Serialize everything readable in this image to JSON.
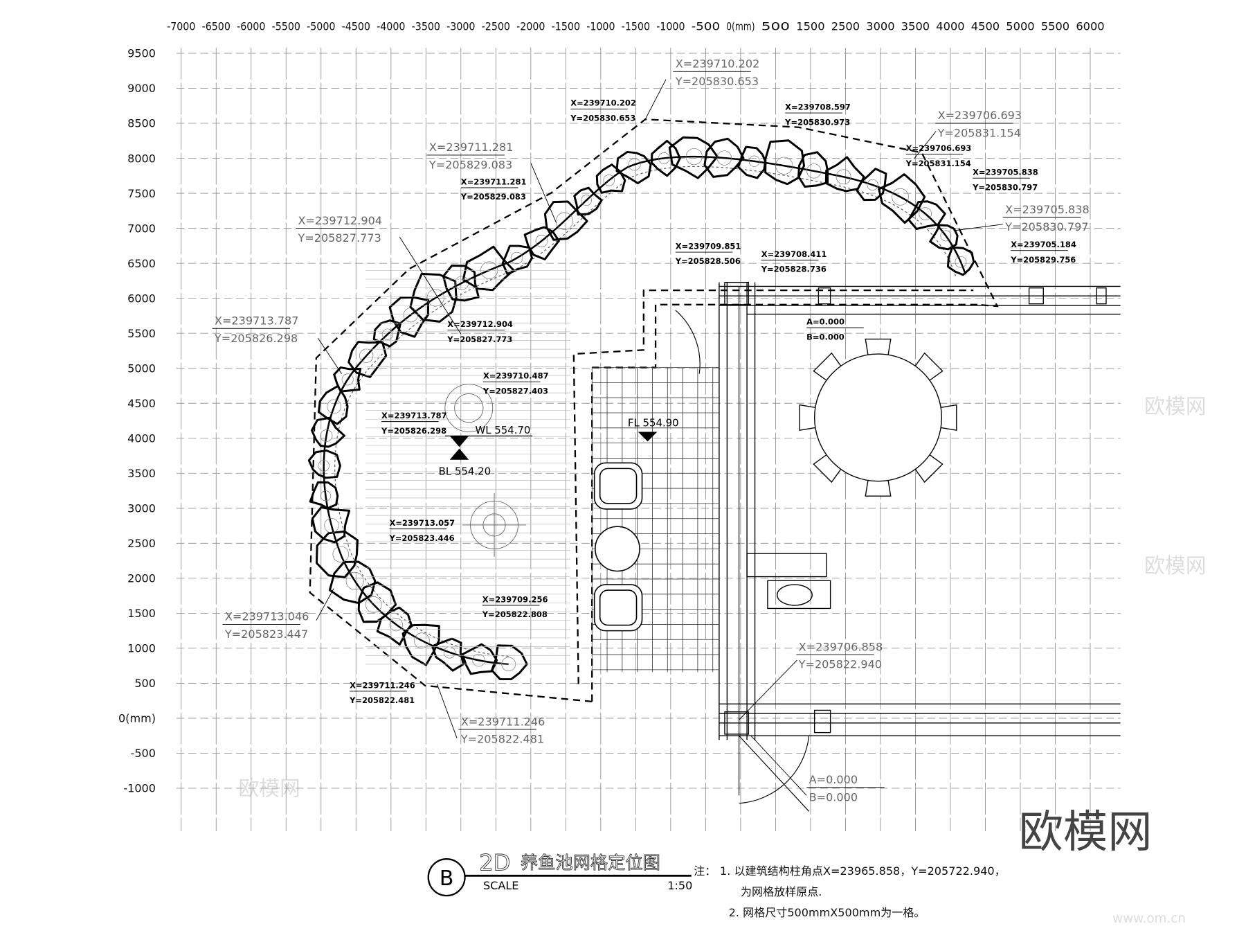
{
  "x_axis_labels": [
    "-7000",
    "-6500",
    "-6000",
    "-5500",
    "-5000",
    "-4500",
    "-4000",
    "-3500",
    "-3000",
    "-2500",
    "-2000",
    "-1500",
    "-1000",
    "-1500",
    "-1000",
    "-500",
    "0(mm)",
    "500",
    "1500",
    "2500",
    "3000",
    "3500",
    "4000",
    "4500",
    "5000",
    "5500",
    "6000"
  ],
  "y_axis_labels": [
    "9500",
    "9000",
    "8500",
    "8000",
    "7500",
    "7000",
    "6500",
    "6000",
    "5500",
    "5000",
    "4500",
    "4000",
    "3500",
    "3000",
    "2500",
    "2000",
    "1500",
    "1000",
    "500",
    "0(mm)",
    "-500",
    "-1000"
  ],
  "coord_labels_large": [
    {
      "x": "X=239710.202",
      "y": "Y=205830.653"
    },
    {
      "x": "X=239711.281",
      "y": "Y=205829.083"
    },
    {
      "x": "X=239712.904",
      "y": "Y=205827.773"
    },
    {
      "x": "X=239713.787",
      "y": "Y=205826.298"
    },
    {
      "x": "X=239713.046",
      "y": "Y=205823.447"
    },
    {
      "x": "X=239711.246",
      "y": "Y=205822.481"
    },
    {
      "x": "X=239706.858",
      "y": "Y=205822.940"
    },
    {
      "x": "X=239706.693",
      "y": "Y=205831.154"
    },
    {
      "x": "X=239705.838",
      "y": "Y=205830.797"
    },
    {
      "x": "A=0.000",
      "y": "B=0.000"
    }
  ],
  "coord_labels_small": [
    {
      "x": "X=239710.202",
      "y": "Y=205830.653"
    },
    {
      "x": "X=239708.597",
      "y": "Y=205830.973"
    },
    {
      "x": "X=239706.693",
      "y": "Y=205831.154"
    },
    {
      "x": "X=239711.281",
      "y": "Y=205829.083"
    },
    {
      "x": "X=239705.838",
      "y": "Y=205830.797"
    },
    {
      "x": "X=239705.184",
      "y": "Y=205829.756"
    },
    {
      "x": "X=239709.851",
      "y": "Y=205828.506"
    },
    {
      "x": "X=239708.411",
      "y": "Y=205828.736"
    },
    {
      "x": "A=0.000",
      "y": "B=0.000"
    },
    {
      "x": "X=239712.904",
      "y": "Y=205827.773"
    },
    {
      "x": "X=239710.487",
      "y": "Y=205827.403"
    },
    {
      "x": "X=239713.787",
      "y": "Y=205826.298"
    },
    {
      "x": "X=239713.057",
      "y": "Y=205823.446"
    },
    {
      "x": "X=239709.256",
      "y": "Y=205822.808"
    },
    {
      "x": "X=239711.246",
      "y": "Y=205822.481"
    }
  ],
  "levels": {
    "water": "WL 554.70",
    "bottom": "BL 554.20",
    "floor": "FL 554.90"
  },
  "title_block": {
    "marker": "B",
    "prefix": "2D",
    "title": "养鱼池网格定位图",
    "scale_label": "SCALE",
    "scale_value": "1:50"
  },
  "notes": {
    "heading": "注：",
    "line1": "1. 以建筑结构柱角点X=23965.858，Y=205722.940，",
    "line2": "为网格放样原点.",
    "line3": "2. 网格尺寸500mmX500mm为一格。"
  },
  "watermark": {
    "logo": "欧模网",
    "site": "www.om.cn"
  }
}
